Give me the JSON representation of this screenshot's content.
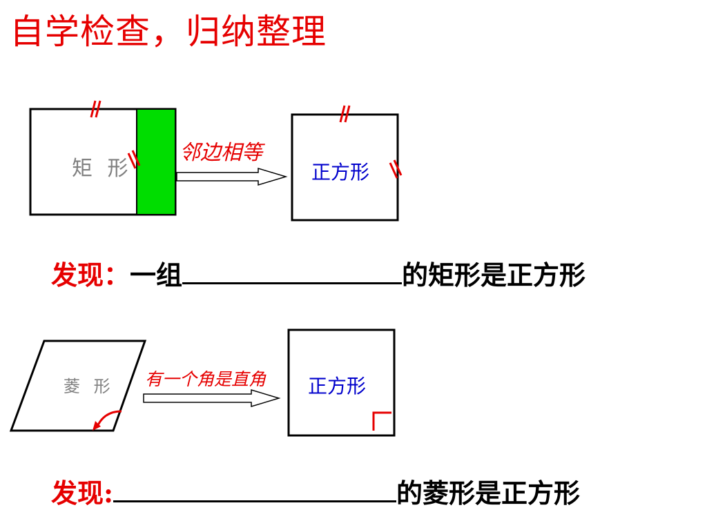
{
  "slide": {
    "title": "自学检查，归纳整理",
    "section1": {
      "shape_label": "矩 形",
      "condition": "邻边相等",
      "result_label": "正方形",
      "finding_lead": "发现：",
      "finding_prefix": "一组",
      "finding_suffix": "的矩形是正方形"
    },
    "section2": {
      "shape_label": "菱 形",
      "condition": "有一个角是直角",
      "result_label": "正方形",
      "finding_lead": "发现:",
      "finding_suffix": "的菱形是正方形"
    },
    "colors": {
      "title": "#e60000",
      "green_strip": "#00dd00",
      "square_label": "#0000cc",
      "marks": "#e60000"
    }
  }
}
